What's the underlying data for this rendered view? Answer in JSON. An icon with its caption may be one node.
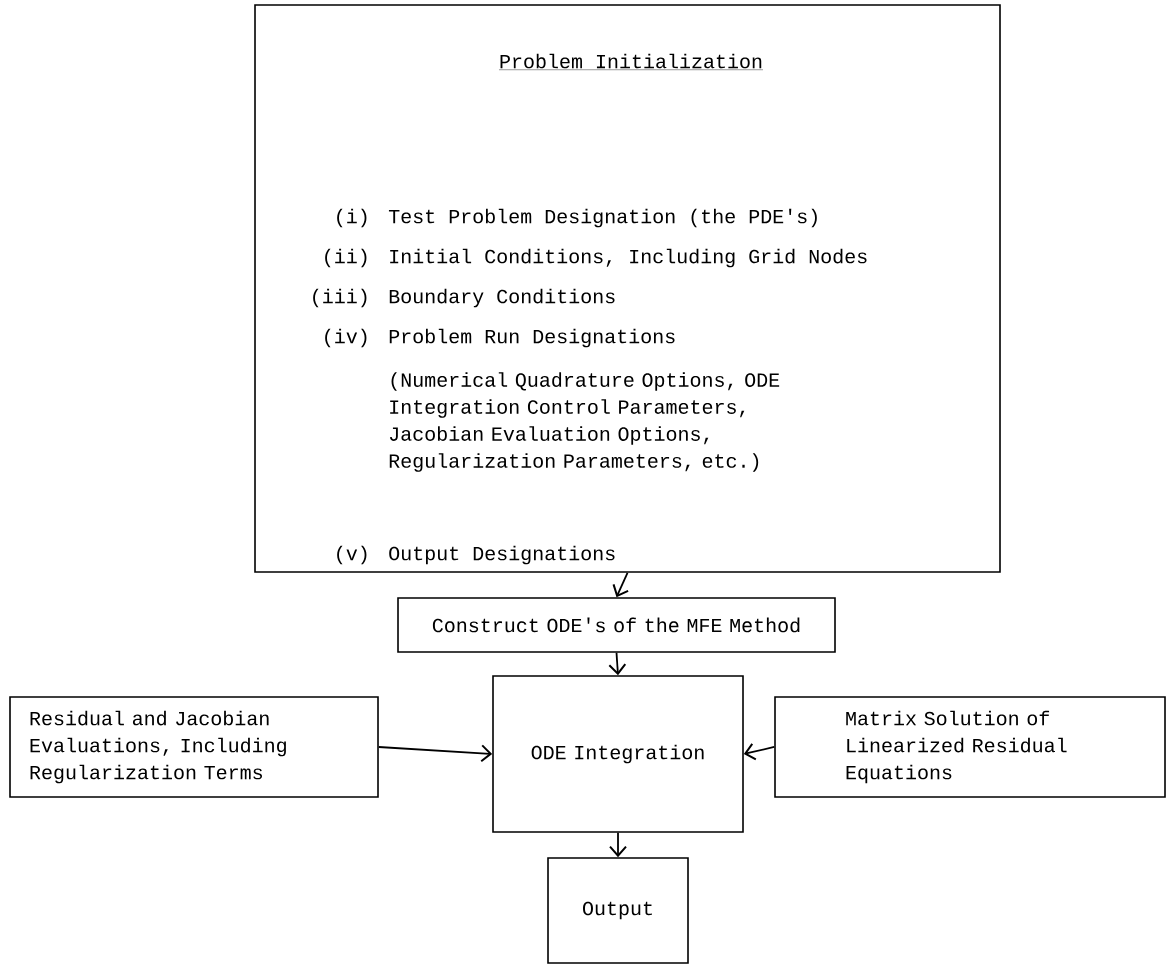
{
  "diagram": {
    "nodes": [
      {
        "text": [
          "Problem Initialization",
          "(i)",
          "Test Problem Designation (the PDE's)",
          "(ii)",
          "Initial Conditions, Including Grid Nodes",
          "(iii)",
          "Boundary Conditions",
          "(iv)",
          "Problem Run Designations",
          "(Numerical Quadrature Options, ODE Integration Control Parameters, Jacobian Evaluation Options, Regularization Parameters, etc.)",
          "(v)",
          "Output Designations"
        ]
      },
      {
        "text": [
          "Construct ODE's of the MFE Method"
        ]
      },
      {
        "text": [
          "Residual and Jacobian Evaluations, Including Regularization Terms"
        ]
      },
      {
        "text": [
          "ODE Integration"
        ]
      },
      {
        "text": [
          "Matrix Solution of Linearized Residual Equations"
        ]
      },
      {
        "text": [
          "Output"
        ]
      }
    ],
    "edges": [
      {
        "from": 0,
        "to": 1,
        "arrow": "to"
      },
      {
        "from": 1,
        "to": 3,
        "arrow": "to"
      },
      {
        "from": 2,
        "to": 3,
        "arrow": "to"
      },
      {
        "from": 4,
        "to": 3,
        "arrow": "to"
      },
      {
        "from": 3,
        "to": 5,
        "arrow": "to"
      }
    ]
  }
}
